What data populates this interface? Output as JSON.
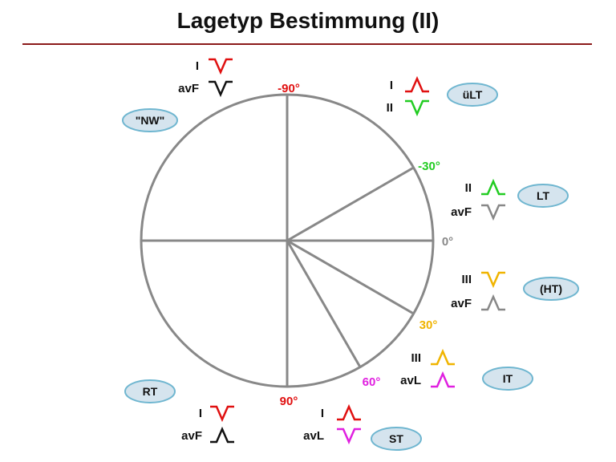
{
  "title": "Lagetyp Bestimmung (II)",
  "colors": {
    "title_rule": "#8b1a1a",
    "circle": "#888888",
    "red": "#e01010",
    "green": "#22cc22",
    "yellow": "#f0b400",
    "magenta": "#e020e0",
    "gray": "#888888",
    "black": "#111111",
    "badge_fill": "#d5e4ee",
    "badge_stroke": "#6fb6d0"
  },
  "angles": [
    {
      "text": "-90°",
      "color": "red"
    },
    {
      "text": "-30°",
      "color": "green"
    },
    {
      "text": "0°",
      "color": "gray"
    },
    {
      "text": "30°",
      "color": "yellow"
    },
    {
      "text": "60°",
      "color": "magenta"
    },
    {
      "text": "90°",
      "color": "red"
    }
  ],
  "badges": [
    "\"NW\"",
    "üLT",
    "LT",
    "(HT)",
    "IT",
    "RT",
    "ST"
  ],
  "lead_groups": [
    {
      "badge": "\"NW\"",
      "leads": [
        {
          "name": "I",
          "shape": "down",
          "color": "red"
        },
        {
          "name": "avF",
          "shape": "down",
          "color": "black"
        }
      ]
    },
    {
      "badge": "üLT",
      "leads": [
        {
          "name": "I",
          "shape": "up",
          "color": "red"
        },
        {
          "name": "II",
          "shape": "down",
          "color": "green"
        }
      ]
    },
    {
      "badge": "LT",
      "leads": [
        {
          "name": "II",
          "shape": "up",
          "color": "green"
        },
        {
          "name": "avF",
          "shape": "down",
          "color": "gray"
        }
      ]
    },
    {
      "badge": "(HT)",
      "leads": [
        {
          "name": "III",
          "shape": "down",
          "color": "yellow"
        },
        {
          "name": "avF",
          "shape": "up",
          "color": "gray"
        }
      ]
    },
    {
      "badge": "IT",
      "leads": [
        {
          "name": "III",
          "shape": "up",
          "color": "yellow"
        },
        {
          "name": "avL",
          "shape": "up",
          "color": "magenta"
        }
      ]
    },
    {
      "badge": "ST",
      "leads": [
        {
          "name": "I",
          "shape": "up",
          "color": "red"
        },
        {
          "name": "avL",
          "shape": "down",
          "color": "magenta"
        }
      ]
    },
    {
      "badge": "RT",
      "leads": [
        {
          "name": "I",
          "shape": "down",
          "color": "red"
        },
        {
          "name": "avF",
          "shape": "up",
          "color": "black"
        }
      ]
    }
  ]
}
